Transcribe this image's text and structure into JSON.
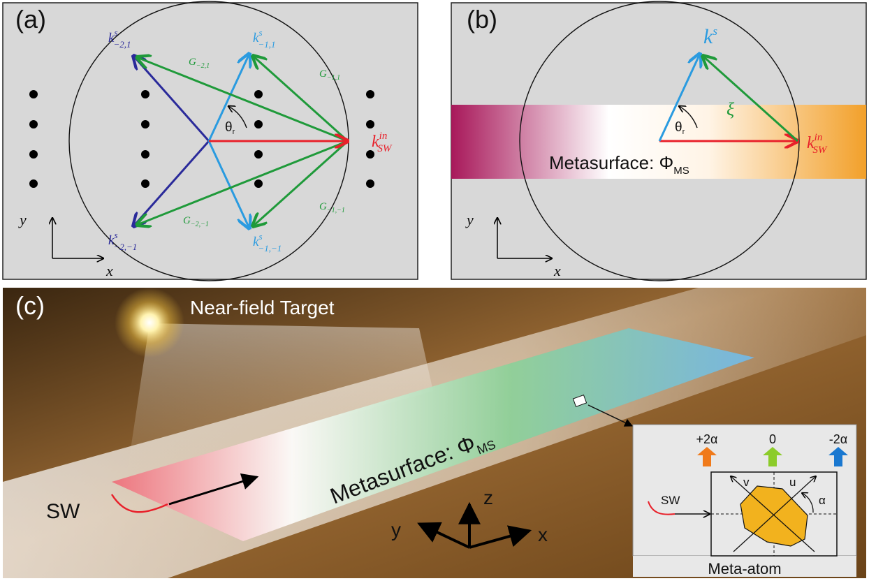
{
  "panel_a": {
    "tag": "(a)",
    "k_m2_p1": {
      "base": "k",
      "sup": "s",
      "sub": "−2,1"
    },
    "k_m1_p1": {
      "base": "k",
      "sup": "s",
      "sub": "−1,1"
    },
    "k_m2_m1": {
      "base": "k",
      "sup": "s",
      "sub": "−2,−1"
    },
    "k_m1_m1": {
      "base": "k",
      "sup": "s",
      "sub": "−1,−1"
    },
    "k_in": {
      "base": "k",
      "sup": "in",
      "sub": "SW"
    },
    "G_m2_p1": {
      "base": "G",
      "sub": "−2,1"
    },
    "G_m1_p1": {
      "base": "G",
      "sub": "−1,1"
    },
    "G_m2_m1": {
      "base": "G",
      "sub": "−2,−1"
    },
    "G_m1_m1": {
      "base": "G",
      "sub": "−1,−1"
    },
    "theta": {
      "base": "θ",
      "sub": "r"
    },
    "axis_y": "y",
    "axis_x": "x"
  },
  "panel_b": {
    "tag": "(b)",
    "k_s": {
      "base": "k",
      "sup": "s"
    },
    "k_in": {
      "base": "k",
      "sup": "in",
      "sub": "SW"
    },
    "xi": "ξ",
    "theta": {
      "base": "θ",
      "sub": "r"
    },
    "metasurface": {
      "text": "Metasurface: Φ",
      "sub": "MS"
    },
    "axis_y": "y",
    "axis_x": "x"
  },
  "panel_c": {
    "tag": "(c)",
    "target": "Near-field Target",
    "metasurface": {
      "text": "Metasurface: Φ",
      "sub": "MS"
    },
    "sw": "SW",
    "axis_x": "x",
    "axis_y": "y",
    "axis_z": "z",
    "inset": {
      "plus": "+2α",
      "zero": "0",
      "minus": "-2α",
      "sw": "SW",
      "u": "u",
      "v": "v",
      "alpha": "α",
      "caption": "Meta-atom"
    }
  },
  "colors": {
    "red": "#e8202a",
    "light_blue": "#2a9be0",
    "dark_blue": "#2a2a9a",
    "green": "#1f9a3a",
    "orange": "#f07a1a",
    "lime": "#8ccc2a",
    "blue_arrow": "#1a78d0"
  }
}
